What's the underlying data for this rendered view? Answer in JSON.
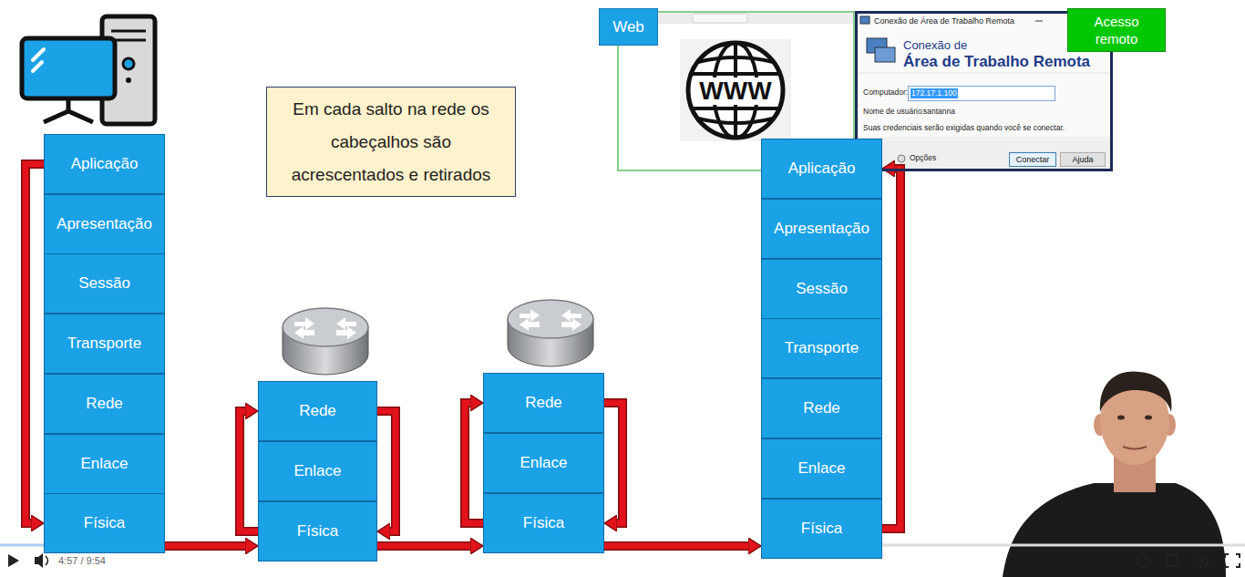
{
  "diagram": {
    "nodes": [
      {
        "text": [
          "Em cada salto na rede os cabeçalhos são acrescentados e retirados"
        ]
      },
      {
        "text": [
          "Web"
        ]
      },
      {
        "text": [
          "Conexão de Área de Trabalho Remota",
          "Conexão de",
          "Área de Trabalho Remota",
          "Computador:",
          "Nome de usuário:",
          "santanna",
          "Suas credenciais serão exigidas quando você se conectar.",
          "Opções"
        ]
      },
      {
        "text": [
          "172.17.1.100"
        ],
        "in": 2
      },
      {
        "text": [
          "Conectar"
        ],
        "in": 2
      },
      {
        "text": [
          "Ajuda"
        ],
        "in": 2
      },
      {
        "text": [
          "Acesso remoto"
        ]
      },
      {
        "text": [
          "Aplicação"
        ]
      },
      {
        "text": [
          "Apresentação"
        ]
      },
      {
        "text": [
          "Sessão"
        ]
      },
      {
        "text": [
          "Transporte"
        ]
      },
      {
        "text": [
          "Rede"
        ]
      },
      {
        "text": [
          "Enlace"
        ]
      },
      {
        "text": [
          "Física"
        ]
      },
      {
        "text": [
          "Rede"
        ]
      },
      {
        "text": [
          "Enlace"
        ]
      },
      {
        "text": [
          "Física"
        ]
      },
      {
        "text": [
          "Rede"
        ]
      },
      {
        "text": [
          "Enlace"
        ]
      },
      {
        "text": [
          "Física"
        ]
      },
      {
        "text": [
          "Aplicação"
        ]
      },
      {
        "text": [
          "Apresentação"
        ]
      },
      {
        "text": [
          "Sessão"
        ]
      },
      {
        "text": [
          "Transporte"
        ]
      },
      {
        "text": [
          "Rede"
        ]
      },
      {
        "text": [
          "Enlace"
        ]
      },
      {
        "text": [
          "Física"
        ]
      }
    ],
    "edges": [
      {
        "from": 7,
        "to": 13,
        "arrow": "to"
      },
      {
        "from": 13,
        "to": 16,
        "arrow": "to"
      },
      {
        "from": 16,
        "to": 14,
        "arrow": "to"
      },
      {
        "from": 14,
        "to": 16,
        "arrow": "to"
      },
      {
        "from": 16,
        "to": 19,
        "arrow": "to"
      },
      {
        "from": 19,
        "to": 17,
        "arrow": "to"
      },
      {
        "from": 17,
        "to": 19,
        "arrow": "to"
      },
      {
        "from": 19,
        "to": 26,
        "arrow": "to"
      },
      {
        "from": 26,
        "to": 20,
        "arrow": "to"
      }
    ],
    "labels": [
      "WWW",
      "4:57 / 9:54"
    ]
  }
}
